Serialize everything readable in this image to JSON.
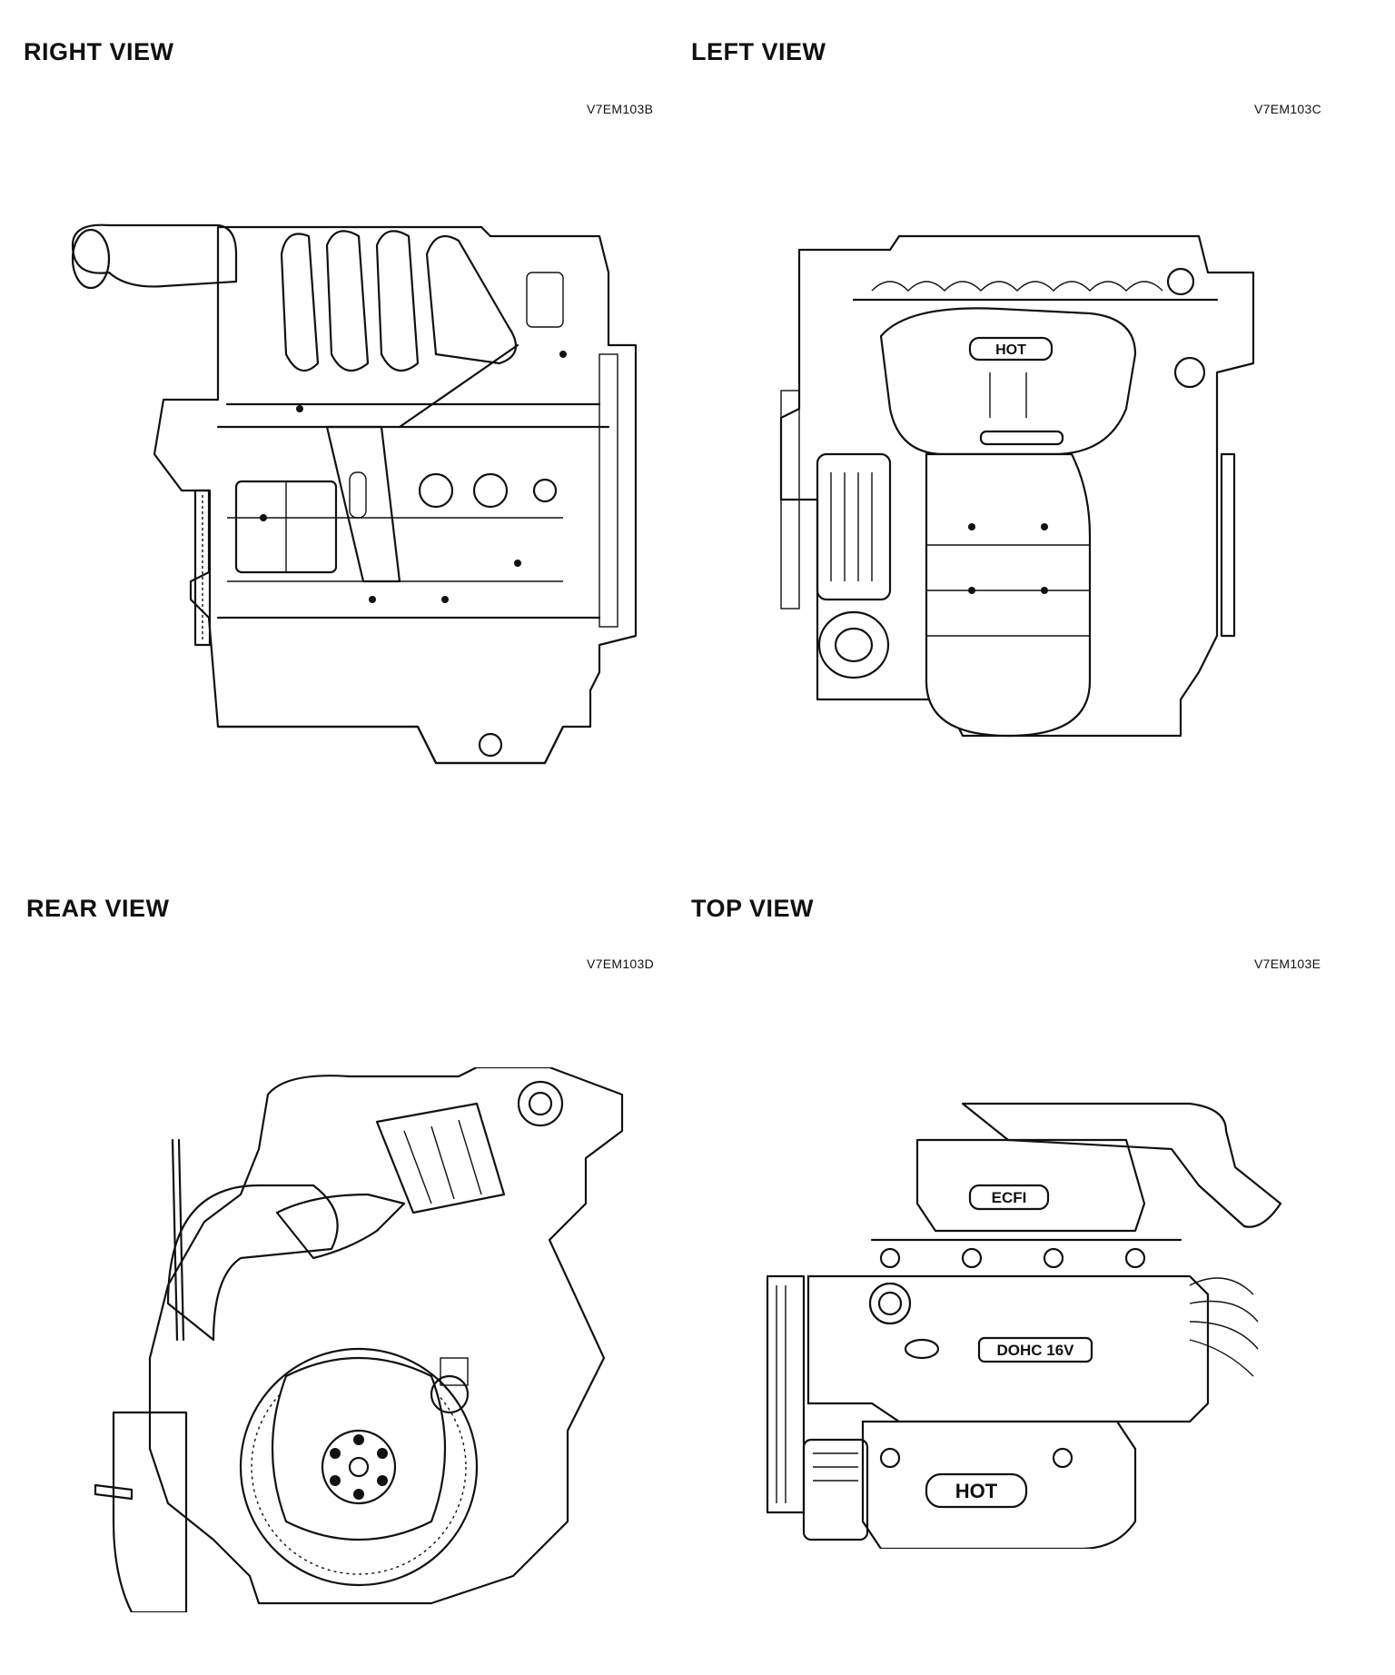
{
  "views": [
    {
      "id": "right",
      "title": "RIGHT VIEW",
      "figure_code": "V7EM103B"
    },
    {
      "id": "left",
      "title": "LEFT VIEW",
      "figure_code": "V7EM103C",
      "badges": [
        "HOT"
      ]
    },
    {
      "id": "rear",
      "title": "REAR VIEW",
      "figure_code": "V7EM103D"
    },
    {
      "id": "top",
      "title": "TOP VIEW",
      "figure_code": "V7EM103E",
      "badges": [
        "ECFI",
        "DOHC 16V",
        "HOT"
      ]
    }
  ]
}
